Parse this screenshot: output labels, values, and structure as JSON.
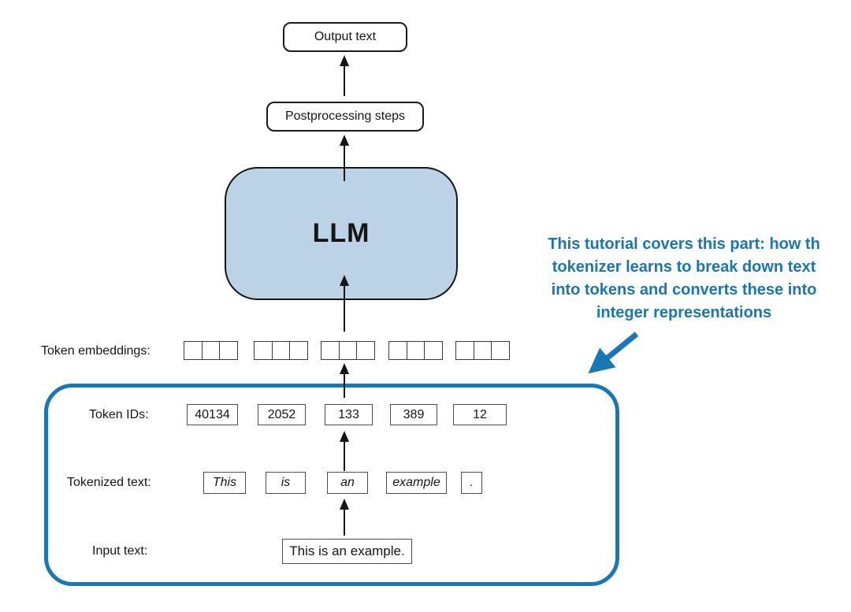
{
  "diagram": {
    "output_box_label": "Output text",
    "postprocessing_box_label": "Postprocessing steps",
    "llm_label": "LLM",
    "labels": {
      "token_embeddings": "Token embeddings:",
      "token_ids": "Token IDs:",
      "tokenized_text": "Tokenized text:",
      "input_text": "Input text:"
    },
    "token_ids": [
      "40134",
      "2052",
      "133",
      "389",
      "12"
    ],
    "tokens": [
      "This",
      "is",
      "an",
      "example",
      "."
    ],
    "input_text_value": "This is an example.",
    "embedding_groups": 5,
    "cells_per_group": 3
  },
  "annotation": {
    "lines": [
      "This tutorial covers this part: how th",
      "tokenizer learns to break down text",
      "into tokens and converts these into",
      "integer representations"
    ],
    "text_color": "#1a76b2"
  },
  "colors": {
    "llm_fill": "#bcd3e6",
    "highlight_blue": "#1878b6",
    "arrow_black": "#151515"
  }
}
